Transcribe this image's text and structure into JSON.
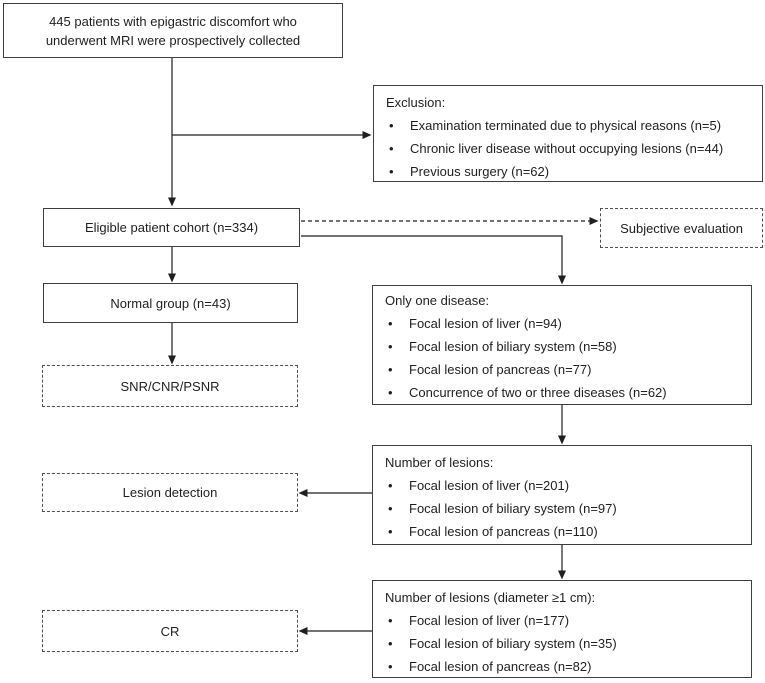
{
  "colors": {
    "background": "#ffffff",
    "border": "#3f3f3f",
    "border_dashed": "#4f4f4f",
    "arrow": "#1f1f1f",
    "text": "#1f1f1f"
  },
  "nodes": {
    "collected": {
      "line1": "445 patients with epigastric discomfort who",
      "line2": "underwent MRI were prospectively collected"
    },
    "exclusion": {
      "title": "Exclusion:",
      "items": [
        "Examination terminated due to physical reasons (n=5)",
        "Chronic liver disease without occupying lesions (n=44)",
        "Previous surgery (n=62)"
      ]
    },
    "eligible": {
      "label": "Eligible patient cohort (n=334)"
    },
    "subjective": {
      "label": "Subjective evaluation"
    },
    "normal": {
      "label": "Normal group (n=43)"
    },
    "snr": {
      "label": "SNR/CNR/PSNR"
    },
    "only_one_disease": {
      "title": "Only one disease:",
      "items": [
        "Focal lesion of liver (n=94)",
        "Focal lesion of biliary system (n=58)",
        "Focal lesion of pancreas (n=77)",
        "Concurrence of two or three diseases (n=62)"
      ]
    },
    "lesion_detection": {
      "label": "Lesion detection"
    },
    "number_of_lesions": {
      "title": "Number of lesions:",
      "items": [
        "Focal lesion of liver (n=201)",
        "Focal lesion of biliary system (n=97)",
        "Focal lesion of pancreas (n=110)"
      ]
    },
    "cr": {
      "label": "CR"
    },
    "lesions_diameter": {
      "title": "Number of lesions (diameter ≥1 cm):",
      "items": [
        "Focal lesion of liver (n=177)",
        "Focal lesion of biliary system (n=35)",
        "Focal lesion of pancreas (n=82)"
      ]
    }
  }
}
